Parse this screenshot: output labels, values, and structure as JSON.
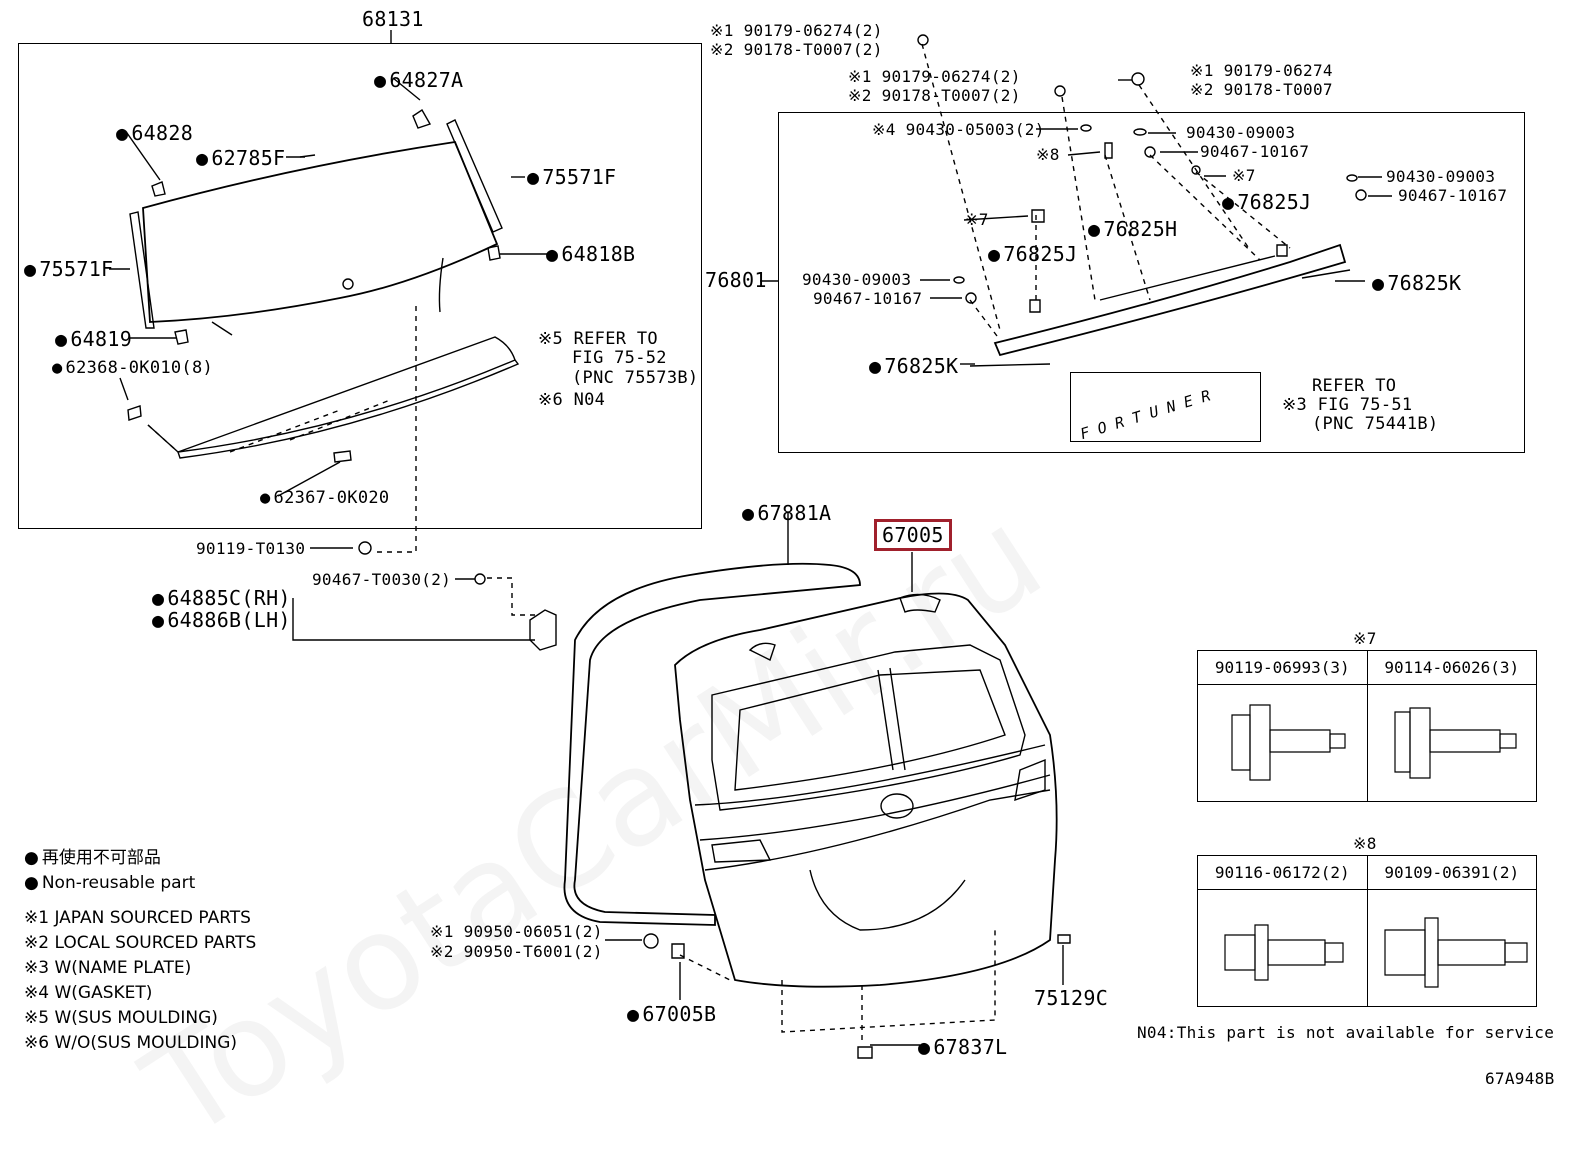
{
  "watermark": "ToyotaCarMir.ru",
  "panels": {
    "glass": {
      "id": "68131"
    },
    "spoiler": {
      "id": "76801"
    }
  },
  "glass_parts": {
    "p64827a": "64827A",
    "p64828": "64828",
    "p62785f": "62785F",
    "p75571f_r": "75571F",
    "p75571f_l": "75571F",
    "p64818b": "64818B",
    "p64819": "64819",
    "p62368": "62368-0K010(8)",
    "p62367": "62367-0K020",
    "refer_line1": "※5 REFER TO",
    "refer_line2": "FIG 75-52",
    "refer_line3": "(PNC 75573B)",
    "refer_line4": "※6 N04"
  },
  "spoiler_parts": {
    "top1a": "※1 90179-06274(2)",
    "top1b": "※2 90178-T0007(2)",
    "top2a": "※1 90179-06274(2)",
    "top2b": "※2 90178-T0007(2)",
    "top3a": "※1 90179-06274",
    "top3b": "※2 90178-T0007",
    "gasket": "※4 90430-05003(2)",
    "n8": "※8",
    "n7a": "※7",
    "n7b": "※7",
    "r1": "90430-09003",
    "r2": "90467-10167",
    "r3": "90430-09003",
    "r4": "90467-10167",
    "l1": "90430-09003",
    "l2": "90467-10167",
    "p76825j_a": "76825J",
    "p76825h": "76825H",
    "p76825j_b": "76825J",
    "p76825k_a": "76825K",
    "p76825k_b": "76825K",
    "refer3_line1": "REFER TO",
    "refer3_line2": "※3 FIG 75-51",
    "refer3_line3": "(PNC 75441B)",
    "nameplate": "FORTUNER"
  },
  "door_parts": {
    "p67881a": "67881A",
    "p67005": "67005",
    "p90119": "90119-T0130",
    "p90467": "90467-T0030(2)",
    "p64885c": "64885C(RH)",
    "p64886b": "64886B(LH)",
    "plug1": "※1 90950-06051(2)",
    "plug2": "※2 90950-T6001(2)",
    "p67005b": "67005B",
    "p75129c": "75129C",
    "p67837l": "67837L"
  },
  "legend": {
    "dot_jp": "再使用不可部品",
    "dot_en": "Non-reusable part",
    "n1": "※1  JAPAN SOURCED PARTS",
    "n2": "※2  LOCAL SOURCED PARTS",
    "n3": "※3  W(NAME PLATE)",
    "n4": "※4  W(GASKET)",
    "n5": "※5  W(SUS MOULDING)",
    "n6": "※6  W/O(SUS MOULDING)"
  },
  "table7": {
    "mark": "※7",
    "col1": "90119-06993(3)",
    "col2": "90114-06026(3)"
  },
  "table8": {
    "mark": "※8",
    "col1": "90116-06172(2)",
    "col2": "90109-06391(2)"
  },
  "footnote": "N04:This part is not available for service",
  "diagram_code": "67A948B"
}
